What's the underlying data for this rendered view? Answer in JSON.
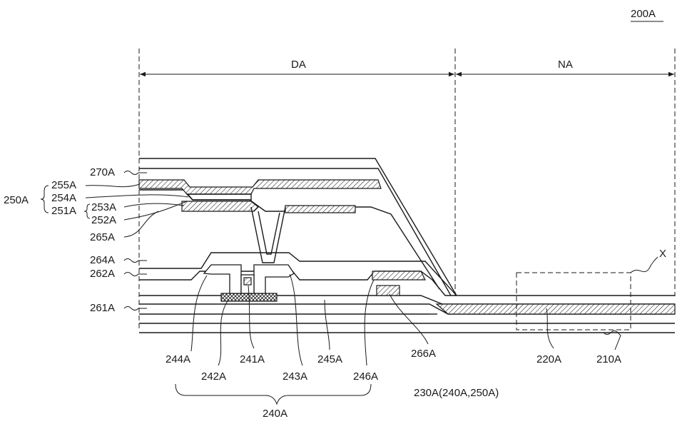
{
  "figure_id": "200A",
  "regions": {
    "display": "DA",
    "non_display": "NA"
  },
  "labels": {
    "l270": "270A",
    "l250": "250A",
    "l255": "255A",
    "l254": "254A",
    "l251": "251A",
    "l253": "253A",
    "l252": "252A",
    "l265": "265A",
    "l264": "264A",
    "l262": "262A",
    "l261": "261A",
    "l244": "244A",
    "l242": "242A",
    "l241": "241A",
    "l243": "243A",
    "l245": "245A",
    "l246": "246A",
    "l266": "266A",
    "l220": "220A",
    "l210": "210A",
    "l240": "240A",
    "l230": "230A(240A,250A)",
    "lx": "X"
  }
}
